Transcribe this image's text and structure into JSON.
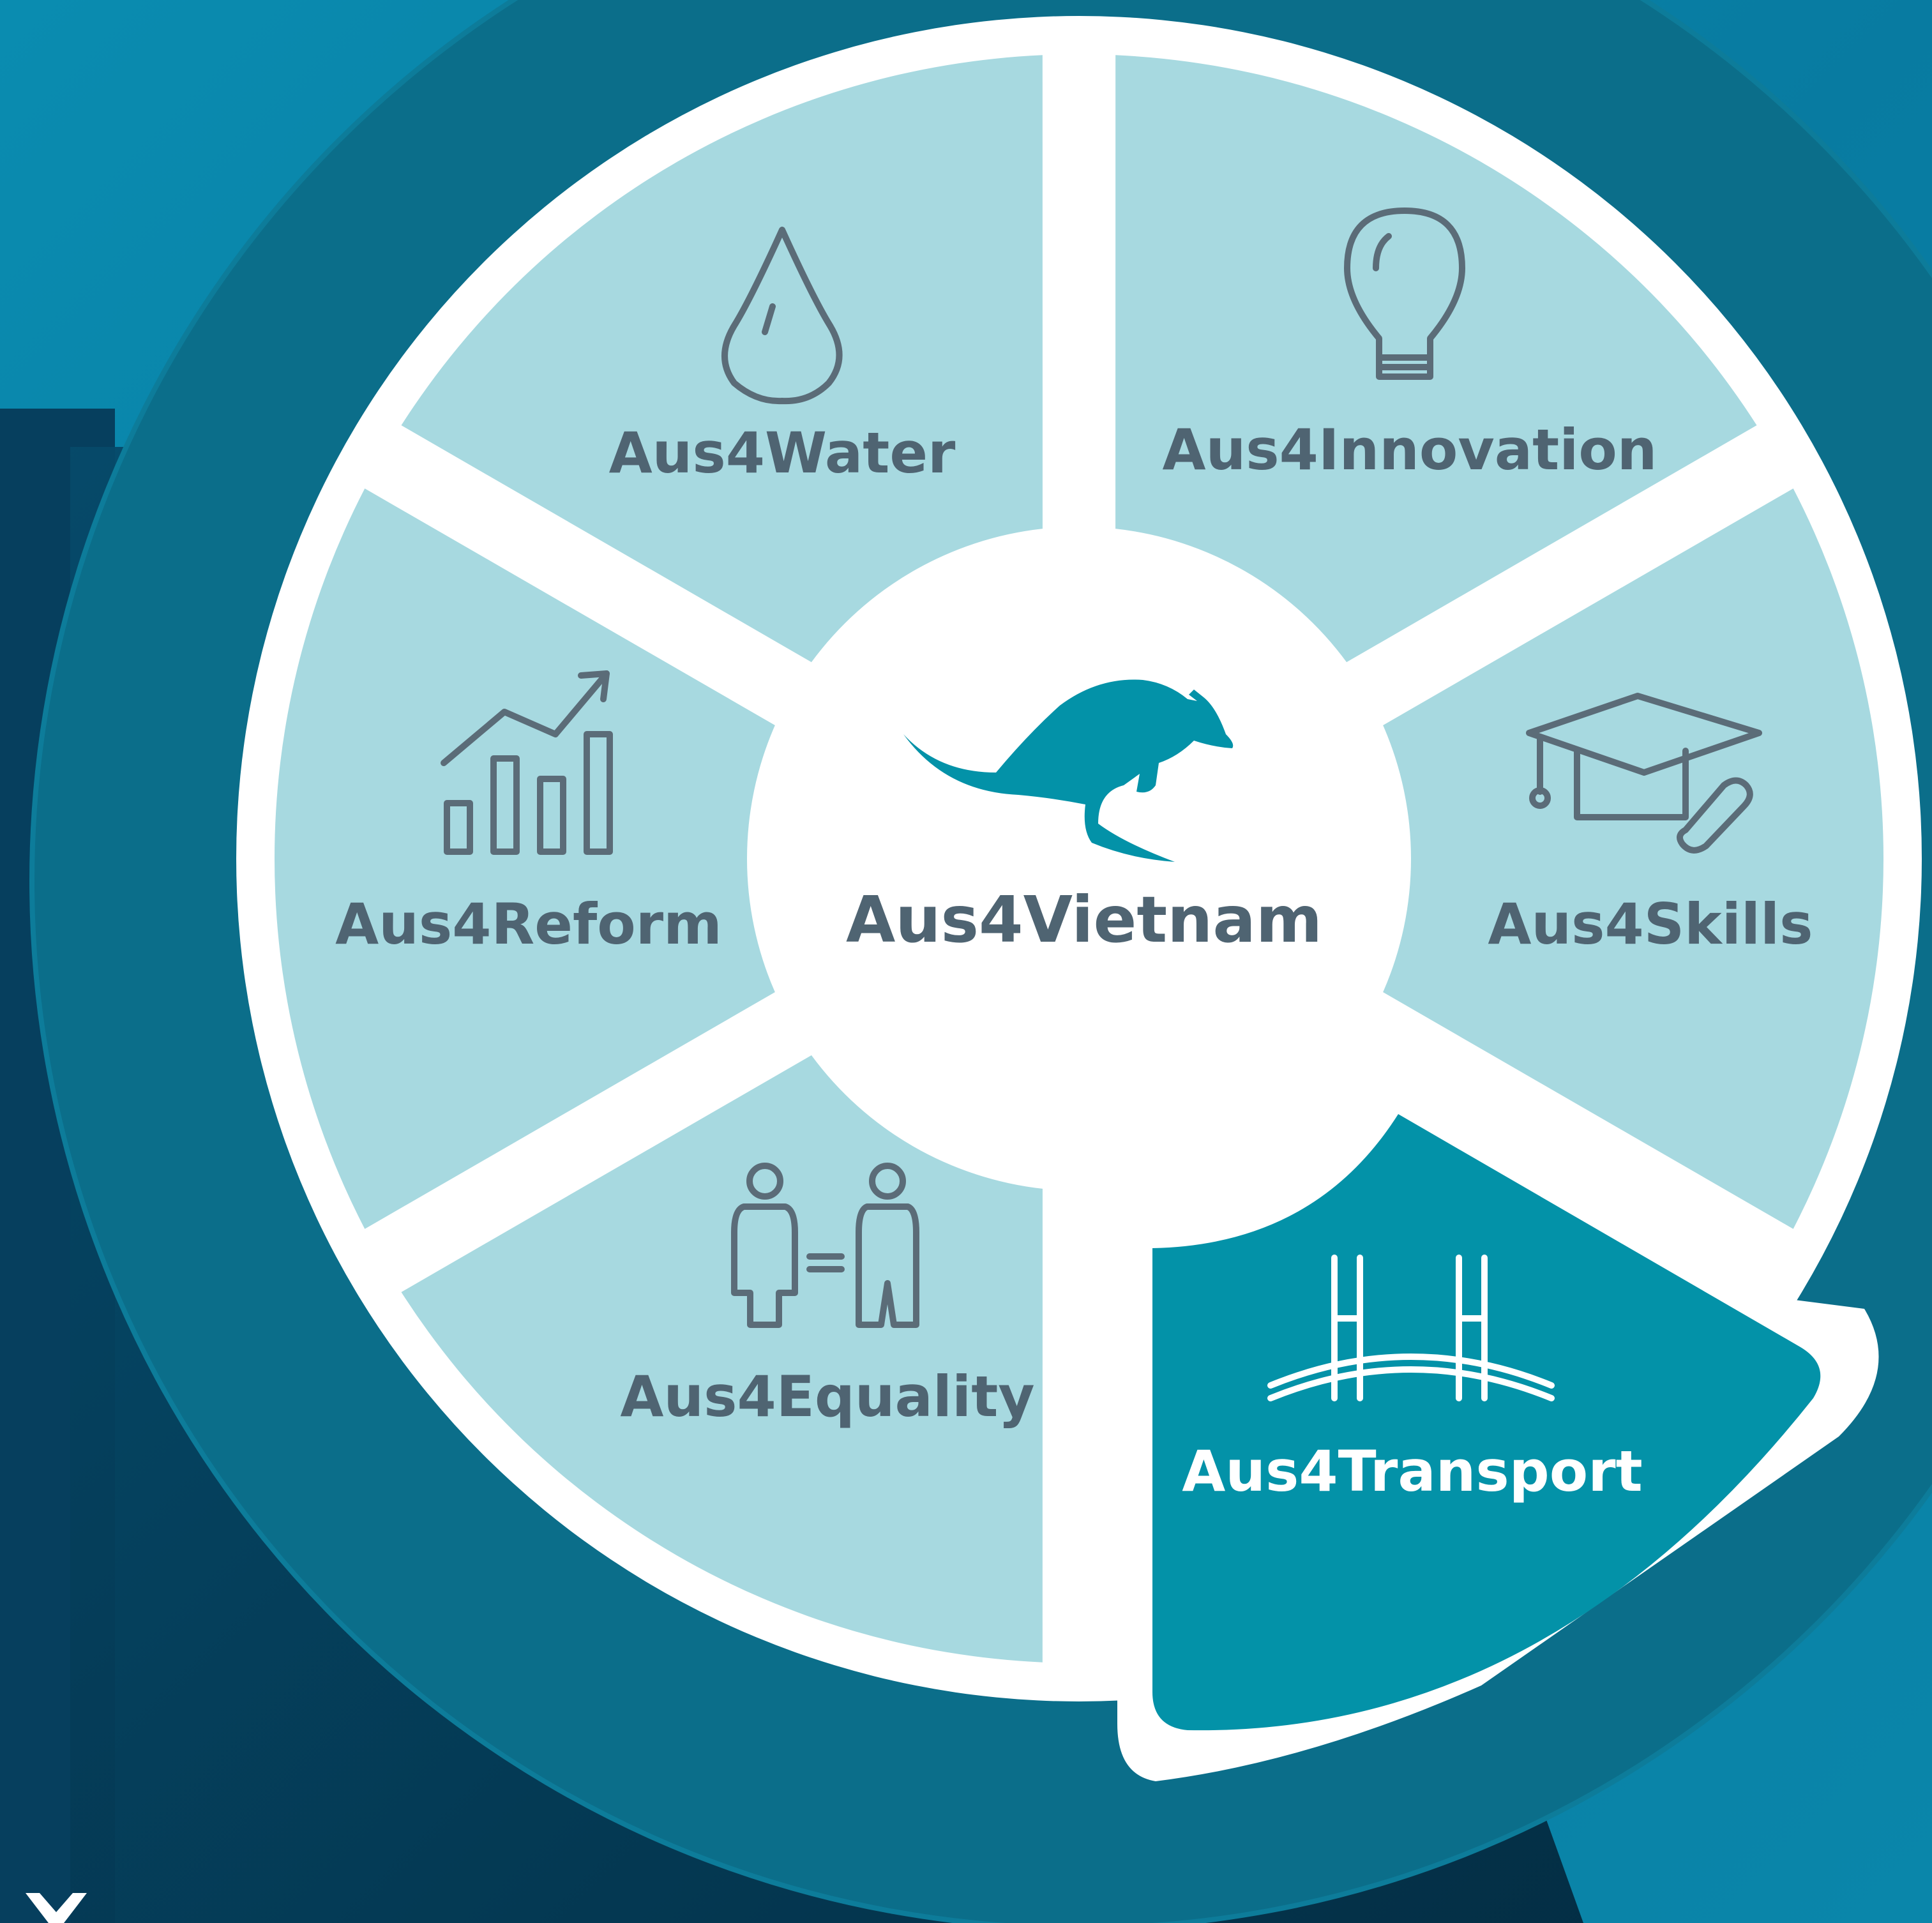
{
  "center": {
    "label": "Aus4Vietnam",
    "icon": "kangaroo-icon"
  },
  "segments": [
    {
      "id": "water",
      "label": "Aus4Water",
      "icon": "water-drop-icon",
      "highlighted": false
    },
    {
      "id": "innovation",
      "label": "Aus4Innovation",
      "icon": "lightbulb-icon",
      "highlighted": false
    },
    {
      "id": "skills",
      "label": "Aus4Skills",
      "icon": "graduation-cap-icon",
      "highlighted": false
    },
    {
      "id": "transport",
      "label": "Aus4Transport",
      "icon": "bridge-icon",
      "highlighted": true
    },
    {
      "id": "equality",
      "label": "Aus4Equality",
      "icon": "gender-equality-icon",
      "highlighted": false
    },
    {
      "id": "reform",
      "label": "Aus4Reform",
      "icon": "growth-chart-icon",
      "highlighted": false
    }
  ],
  "colors": {
    "background": "#0a86aa",
    "ring": "#0b6e8a",
    "segment": "#a7d9e0",
    "highlight": "#0392a8",
    "text": "#4f6472",
    "highlight_text": "#ffffff",
    "kangaroo": "#0392a8"
  }
}
